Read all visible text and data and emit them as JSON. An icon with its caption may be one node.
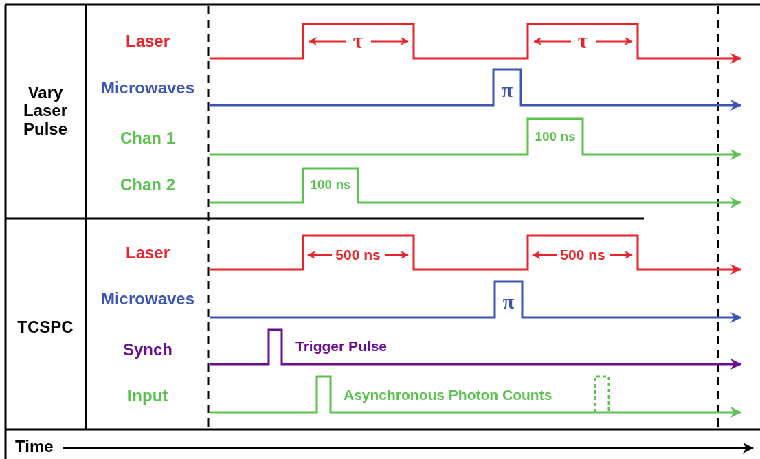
{
  "diagram": {
    "labels": [
      "Laser",
      "τ",
      "τ",
      "Vary Laser Pulse",
      "Microwaves",
      "π",
      "Chan 1",
      "100 ns",
      "Chan 2",
      "100 ns",
      "Laser",
      "500 ns",
      "500 ns",
      "Microwaves",
      "π",
      "TCSPC",
      "Synch",
      "Trigger Pulse",
      "Input",
      "Asynchronous Photon Counts",
      "Time"
    ]
  }
}
